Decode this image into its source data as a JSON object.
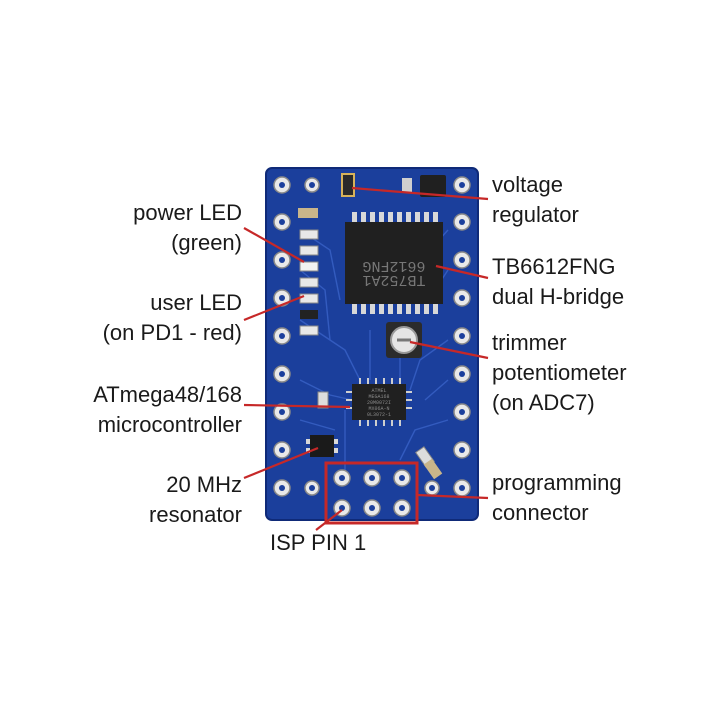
{
  "labels": {
    "power_led": [
      "power LED",
      "(green)"
    ],
    "user_led": [
      "user LED",
      "(on PD1 - red)"
    ],
    "microcontroller": [
      "ATmega48/168",
      "microcontroller"
    ],
    "resonator": [
      "20 MHz",
      "resonator"
    ],
    "voltage_regulator": [
      "voltage",
      "regulator"
    ],
    "h_bridge": [
      "TB6612FNG",
      "dual H-bridge"
    ],
    "trimmer": [
      "trimmer",
      "potentiometer",
      "(on ADC7)"
    ],
    "programming_connector": [
      "programming",
      "connector"
    ],
    "isp_pin": "ISP PIN 1"
  },
  "chip_markings": {
    "driver": [
      "TB752A1",
      "6612FNG"
    ],
    "mcu": [
      "ATMEL",
      "MEGA168",
      "20M0072I",
      "MX06A-N",
      "0L3072-1"
    ]
  },
  "colors": {
    "board": "#1b3f9c",
    "board_dark": "#0f2a78",
    "pad": "#e9e9e9",
    "callout": "#c62828",
    "chip": "#202020"
  }
}
